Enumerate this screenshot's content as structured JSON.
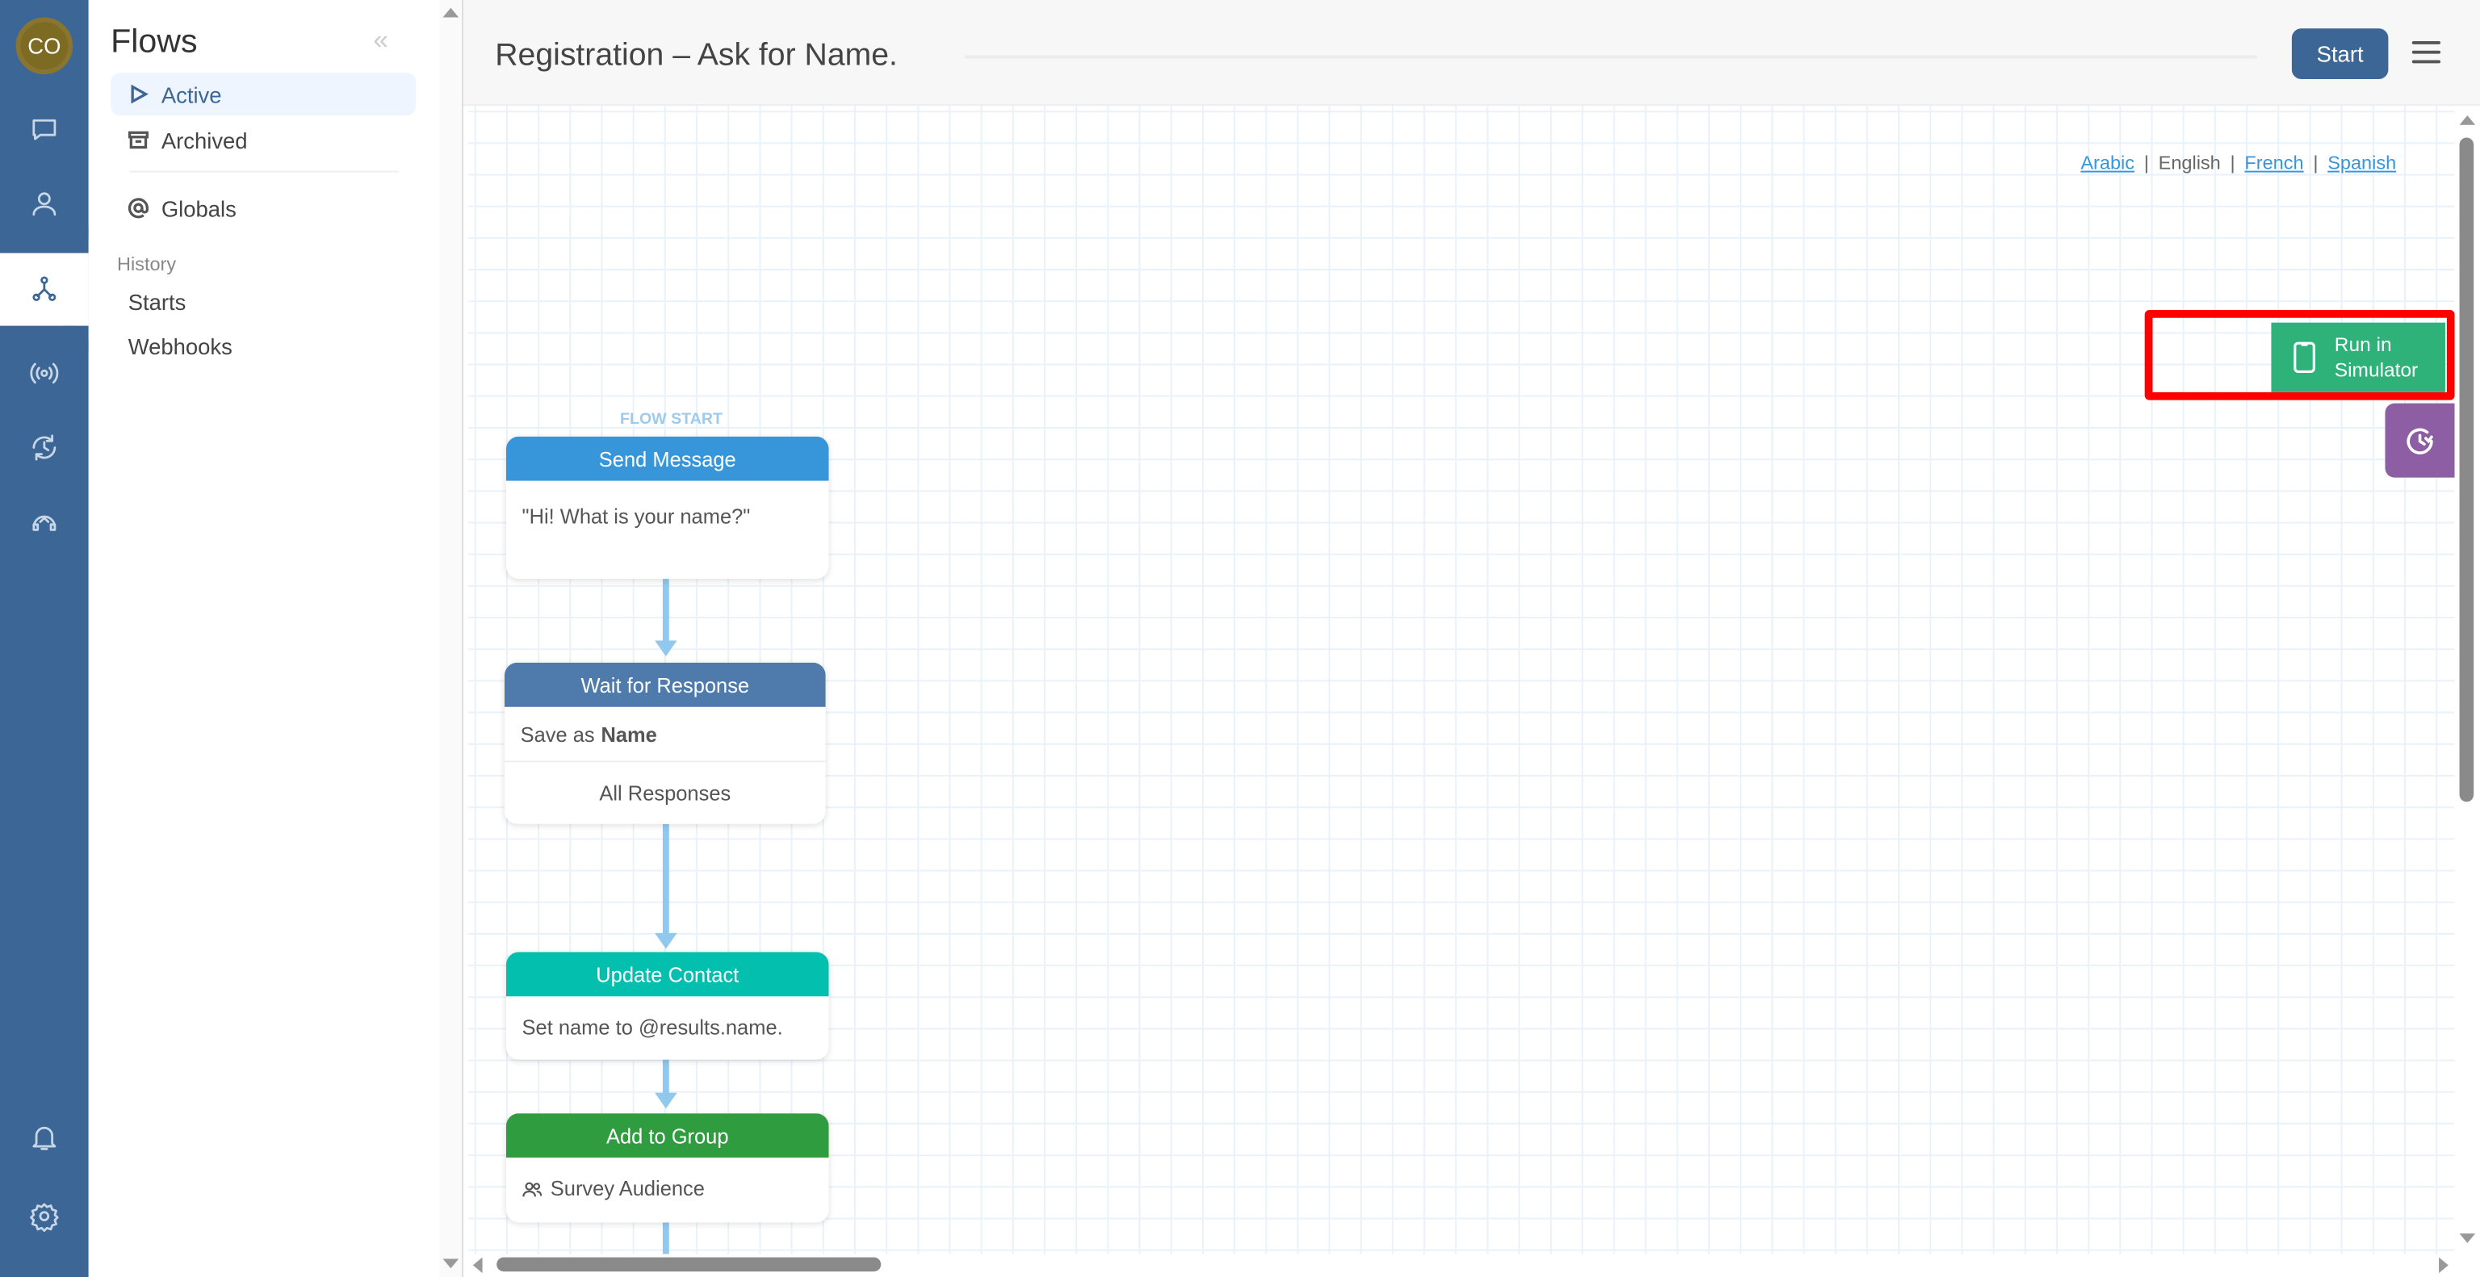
{
  "user": {
    "initials": "CO"
  },
  "nav": {
    "items": [
      {
        "icon": "chat-icon"
      },
      {
        "icon": "contact-icon"
      },
      {
        "icon": "flows-icon",
        "active": true
      },
      {
        "icon": "broadcast-icon"
      },
      {
        "icon": "history-icon"
      },
      {
        "icon": "support-icon"
      },
      {
        "icon": "bell-icon"
      },
      {
        "icon": "gear-icon"
      }
    ]
  },
  "sidebar": {
    "title": "Flows",
    "items": [
      {
        "label": "Active",
        "icon": "play-icon",
        "active": true
      },
      {
        "label": "Archived",
        "icon": "archive-icon"
      },
      {
        "label": "Globals",
        "icon": "at-icon"
      }
    ],
    "history_label": "History",
    "history_items": [
      {
        "label": "Starts"
      },
      {
        "label": "Webhooks"
      }
    ]
  },
  "header": {
    "title": "Registration – Ask for Name.",
    "start_label": "Start"
  },
  "languages": [
    {
      "label": "Arabic",
      "link": true
    },
    {
      "label": "English",
      "link": false
    },
    {
      "label": "French",
      "link": true
    },
    {
      "label": "Spanish",
      "link": true
    }
  ],
  "flow": {
    "start_label": "FLOW START",
    "nodes": [
      {
        "type": "Send Message",
        "color": "#3796d9",
        "body": "\"Hi! What is your name?\""
      },
      {
        "type": "Wait for Response",
        "color": "#4e7bac",
        "save_prefix": "Save as",
        "save_name": "Name",
        "category": "All Responses"
      },
      {
        "type": "Update Contact",
        "color": "#03bfae",
        "body": "Set name to @results.name."
      },
      {
        "type": "Add to Group",
        "color": "#309c40",
        "body": "Survey Audience"
      }
    ]
  },
  "simulator": {
    "label_line1": "Run in",
    "label_line2": "Simulator",
    "color": "#2eb27a"
  },
  "revisions": {
    "color": "#8e5ea5"
  }
}
